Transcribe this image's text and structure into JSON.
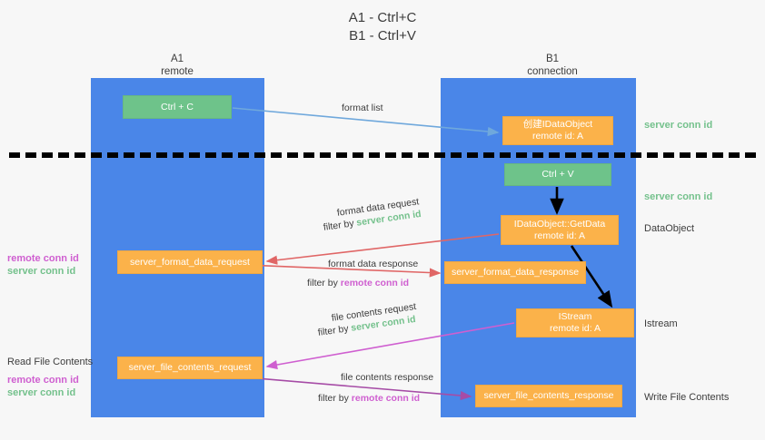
{
  "title": "A1 - Ctrl+C\nB1 - Ctrl+V",
  "lanes": {
    "left": {
      "name": "A1",
      "sub": "remote",
      "header": "A1\nremote",
      "color": "#4a86e8"
    },
    "right": {
      "name": "B1",
      "sub": "connection",
      "header": "B1\nconnection",
      "color": "#4a86e8"
    }
  },
  "colors": {
    "lane": "#4a86e8",
    "green_box": "#6ec38a",
    "orange_box": "#fbb24a",
    "server_conn_id": "#74c18c",
    "remote_conn_id": "#cf5fd0",
    "arrow_blue": "#6fa8dc",
    "arrow_red": "#e06666",
    "arrow_magenta": "#cf5fd0",
    "arrow_purple": "#a64ca6",
    "arrow_black": "#000000",
    "background": "#f7f7f7",
    "text": "#3c3c3c"
  },
  "boxes": {
    "ctrl_c": {
      "line1": "Ctrl + C",
      "line2": "",
      "style": "green"
    },
    "ctrl_v": {
      "line1": "Ctrl + V",
      "line2": "",
      "style": "green"
    },
    "create_dataobject": {
      "line1": "创建IDataObject",
      "line2": "remote id: A",
      "style": "orange"
    },
    "getdata": {
      "line1": "IDataObject::GetData",
      "line2": "remote id: A",
      "style": "orange"
    },
    "istream": {
      "line1": "IStream",
      "line2": "remote id: A",
      "style": "orange"
    },
    "server_format_data_request": {
      "line1": "server_format_data_request",
      "line2": "",
      "style": "orange"
    },
    "server_format_data_response": {
      "line1": "server_format_data_response",
      "line2": "",
      "style": "orange"
    },
    "server_file_contents_request": {
      "line1": "server_file_contents_request",
      "line2": "",
      "style": "orange"
    },
    "server_file_contents_response": {
      "line1": "server_file_contents_response",
      "line2": "",
      "style": "orange"
    }
  },
  "side_labels": {
    "server_conn_id_top": "server conn id",
    "server_conn_id_mid": "server conn id",
    "dataobject": "DataObject",
    "istream": "Istream",
    "write_file_contents": "Write File Contents",
    "read_file_contents": "Read File Contents"
  },
  "left_labels": {
    "remote_conn_id_1": "remote conn id",
    "server_conn_id_1": "server conn id",
    "remote_conn_id_2": "remote conn id",
    "server_conn_id_2": "server conn id"
  },
  "annotations": {
    "format_list": "format list",
    "format_data_request": "format data request",
    "format_data_request_filter_prefix": "filter by ",
    "format_data_request_filter_value": "server conn id",
    "format_data_response": "format data response",
    "format_data_response_filter_prefix": "filter by ",
    "format_data_response_filter_value": "remote conn id",
    "file_contents_request": "file contents request",
    "file_contents_request_filter_prefix": "filter by ",
    "file_contents_request_filter_value": "server conn id",
    "file_contents_response": "file contents response",
    "file_contents_response_filter_prefix": "filter by ",
    "file_contents_response_filter_value": "remote conn id"
  }
}
